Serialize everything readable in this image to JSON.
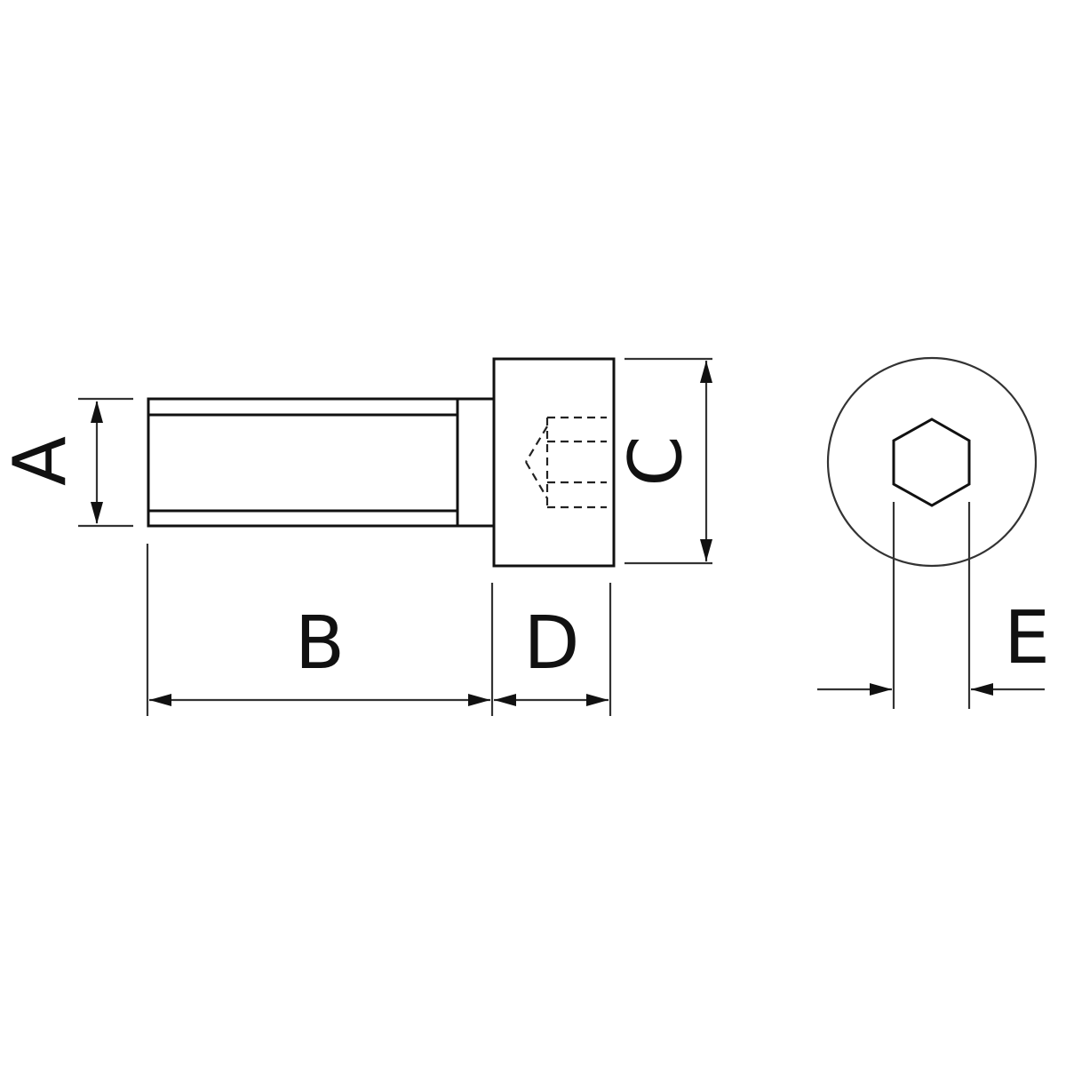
{
  "labels": {
    "a": "A",
    "b": "B",
    "c": "C",
    "d": "D",
    "e": "E"
  },
  "colors": {
    "line": "#111111",
    "background": "#ffffff"
  }
}
